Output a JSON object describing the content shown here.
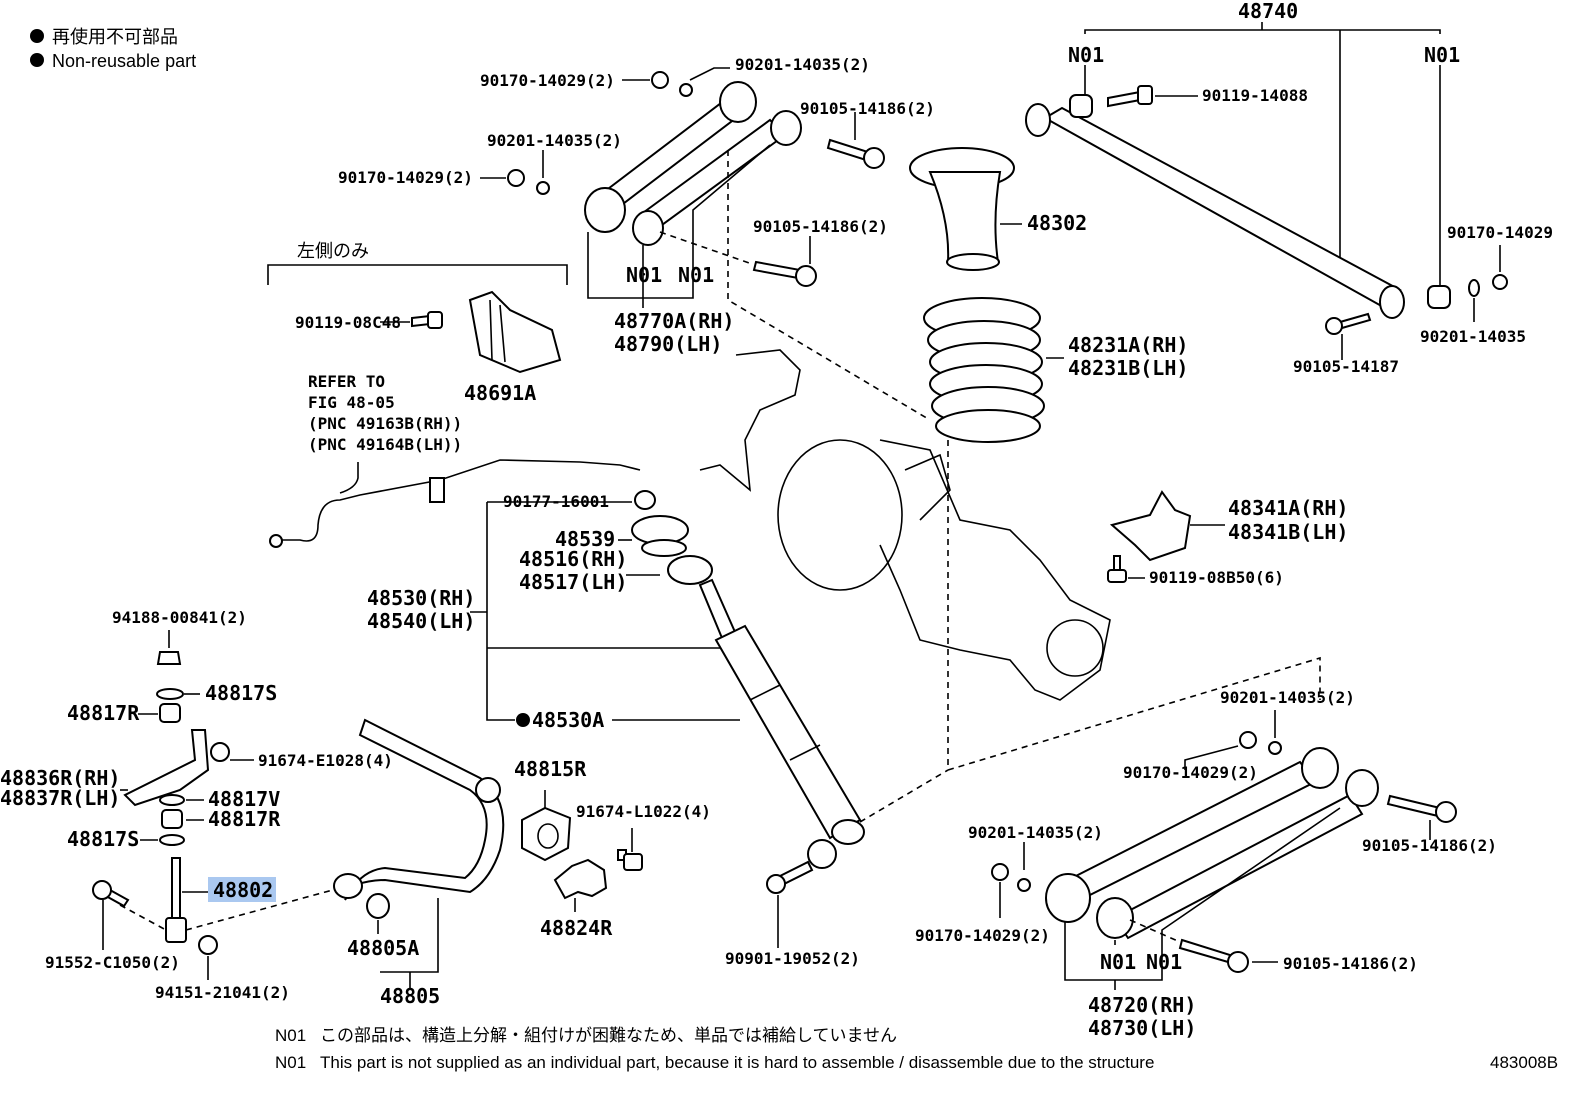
{
  "legend": {
    "jp": "再使用不可部品",
    "en": "Non-reusable part"
  },
  "labels": {
    "l48740": "48740",
    "n01_top_left": "N01",
    "n01_top_right": "N01",
    "l90119_14088": "90119-14088",
    "l90170_14029_top": "90170-14029(2)",
    "l90201_14035_top": "90201-14035(2)",
    "l90105_14186_top": "90105-14186(2)",
    "l90201_14035_mid": "90201-14035(2)",
    "l90170_14029_mid": "90170-14029(2)",
    "l90105_14186_mid": "90105-14186(2)",
    "l48302": "48302",
    "l90170_14029_right": "90170-14029",
    "l90201_14035_right": "90201-14035",
    "l90105_14187": "90105-14187",
    "left_only": "左側のみ",
    "n01_upper_a": "N01",
    "n01_upper_b": "N01",
    "l48770A": "48770A(RH)",
    "l48790": "48790(LH)",
    "l90119_08C48": "90119-08C48",
    "l48691A": "48691A",
    "l48231A": "48231A(RH)",
    "l48231B": "48231B(LH)",
    "refer1": "REFER TO",
    "refer2": "FIG 48-05",
    "refer3": "(PNC 49163B(RH))",
    "refer4": "(PNC 49164B(LH))",
    "l90177_16001": "90177-16001",
    "l48539": "48539",
    "l48516": "48516(RH)",
    "l48517": "48517(LH)",
    "l48341A": "48341A(RH)",
    "l48341B": "48341B(LH)",
    "l90119_08B50": "90119-08B50(6)",
    "l48530": "48530(RH)",
    "l48540": "48540(LH)",
    "l48530A": "48530A",
    "l94188_00841": "94188-00841(2)",
    "l48817S_top": "48817S",
    "l48817R_top": "48817R",
    "l91674_E1028": "91674-E1028(4)",
    "l48836R": "48836R(RH)",
    "l48837R": "48837R(LH)",
    "l48817V": "48817V",
    "l48817R_bot": "48817R",
    "l48817S_bot": "48817S",
    "l48802": "48802",
    "l48815R": "48815R",
    "l91674_L1022": "91674-L1022(4)",
    "l48824R": "48824R",
    "l91552_C1050": "91552-C1050(2)",
    "l94151_21041": "94151-21041(2)",
    "l48805A": "48805A",
    "l48805": "48805",
    "l90901_19052": "90901-19052(2)",
    "l90201_14035_low": "90201-14035(2)",
    "l90170_14029_low": "90170-14029(2)",
    "l90105_14186_low": "90105-14186(2)",
    "l90201_14035_low2": "90201-14035(2)",
    "l90170_14029_low2": "90170-14029(2)",
    "n01_lower_a": "N01",
    "n01_lower_b": "N01",
    "l90105_14186_low2": "90105-14186(2)",
    "l48720": "48720(RH)",
    "l48730": "48730(LH)"
  },
  "notes": {
    "code1": "N01",
    "jp": "この部品は、構造上分解・組付けが困難なため、単品では補給していません",
    "code2": "N01",
    "en": "This part is not supplied as an individual part, because it is hard to assemble / disassemble due to the structure"
  },
  "figure_id": "483008B"
}
